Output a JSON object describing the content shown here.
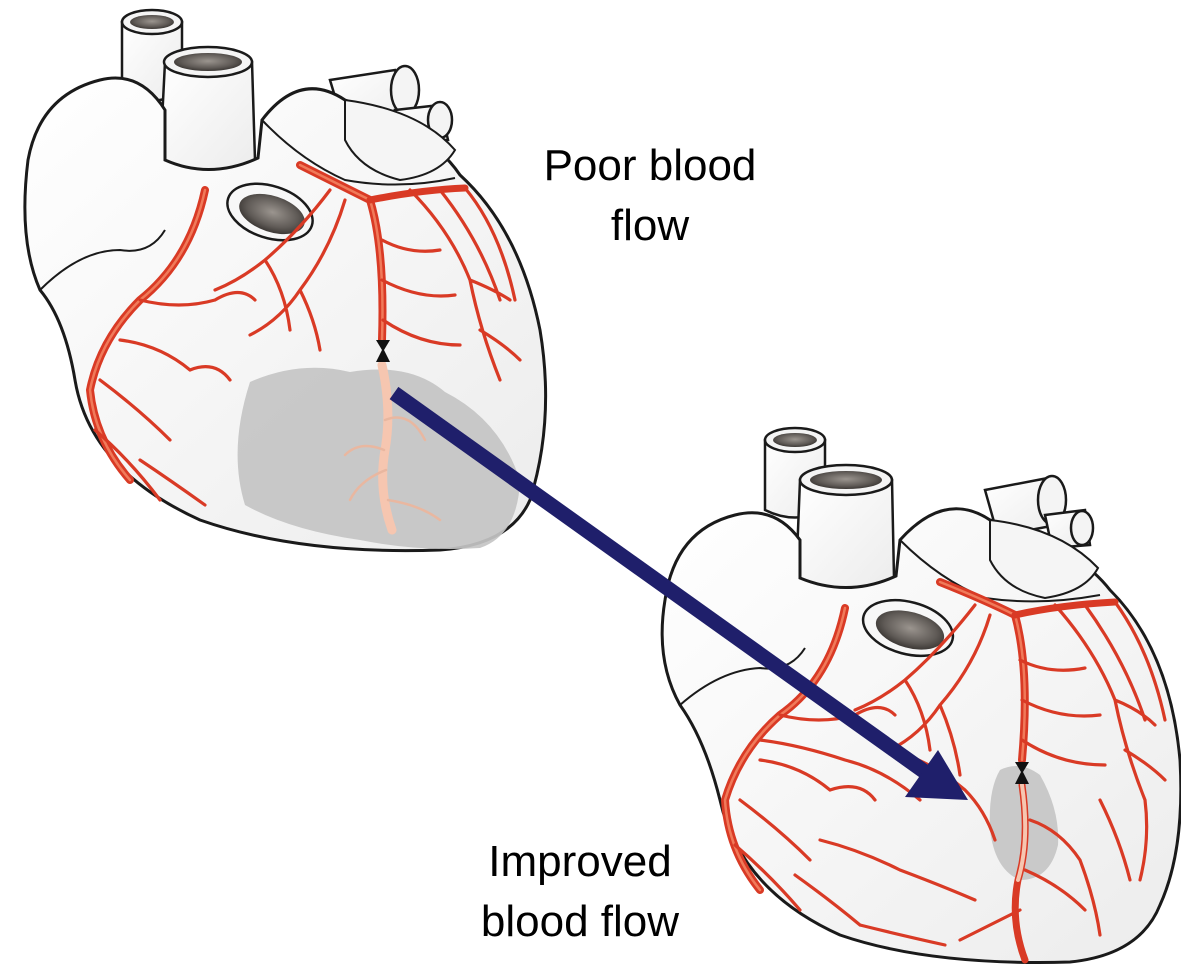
{
  "labels": {
    "before_line1": "Poor blood",
    "before_line2": "flow",
    "after_line1": "Improved",
    "after_line2": "blood flow"
  },
  "figures": {
    "before": {
      "name": "heart-poor-blood-flow",
      "ischemic_area": "large",
      "blockage": true
    },
    "after": {
      "name": "heart-improved-blood-flow",
      "ischemic_area": "small",
      "blockage": true
    }
  },
  "colors": {
    "artery": "#d93a25",
    "artery_highlight": "#f07a5a",
    "ischemic_shade": "#c4c4c4",
    "arrow": "#1f1f6b",
    "outline": "#1a1a1a",
    "heart_fill": "#f7f7f7",
    "vessel_inner": "#6f6a66"
  }
}
